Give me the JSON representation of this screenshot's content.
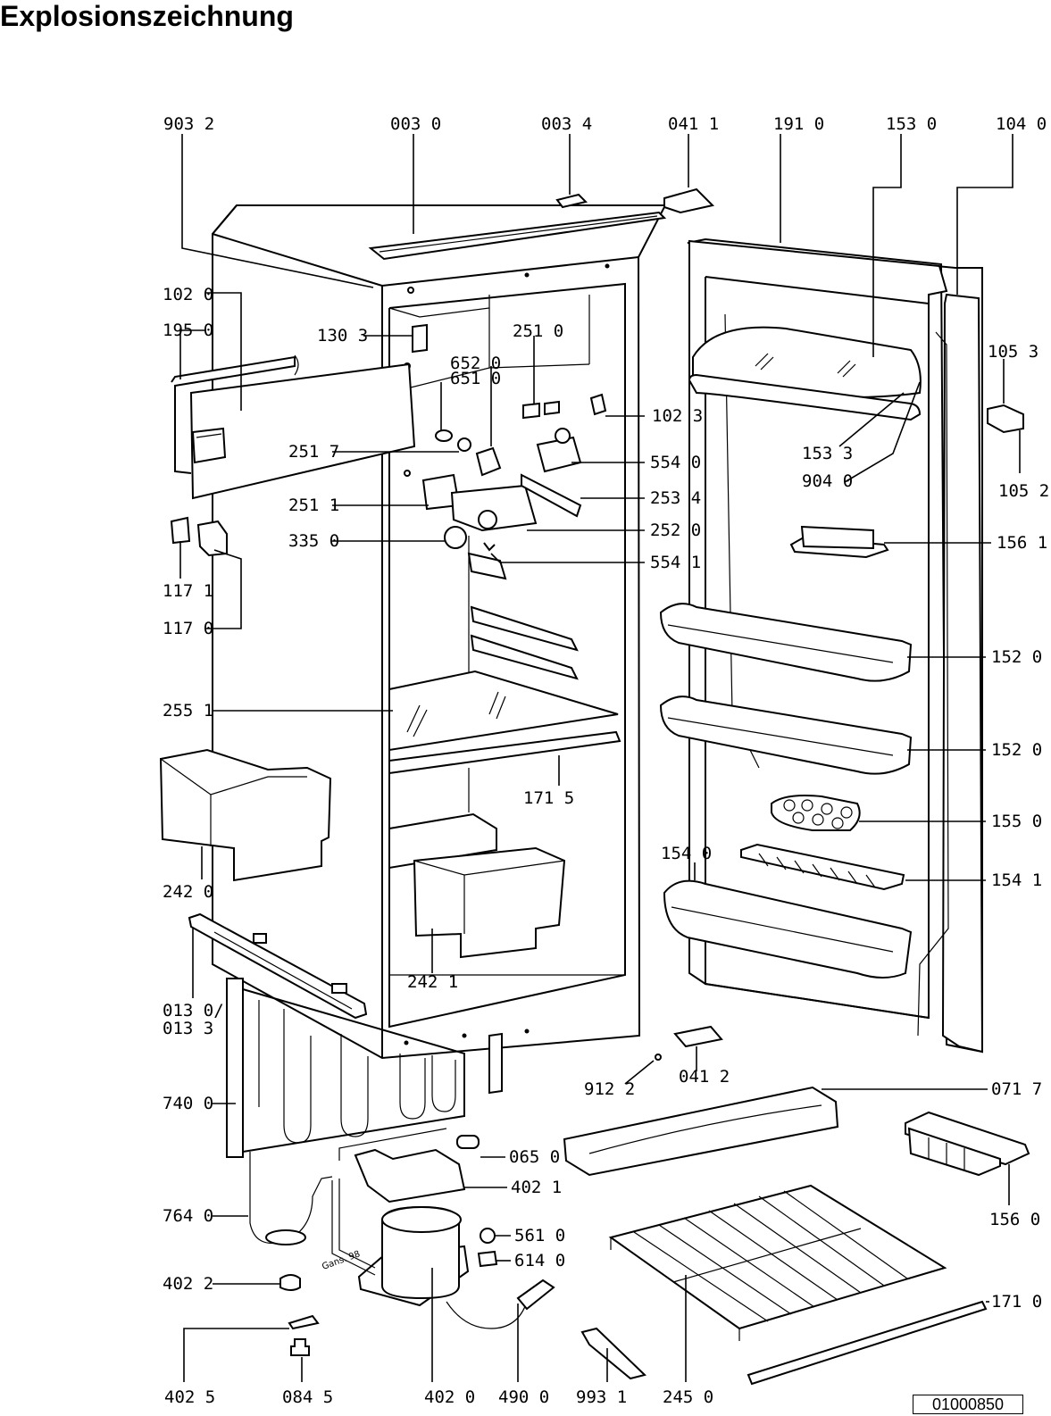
{
  "title": "Explosionszeichnung",
  "drawing_code": "01000850",
  "labels": {
    "p9032": "903 2",
    "p0030": "003 0",
    "p0034": "003 4",
    "p0411": "041 1",
    "p1910": "191 0",
    "p1530": "153 0",
    "p1040": "104 0",
    "p1020": "102 0",
    "p1950": "195 0",
    "p1303": "130 3",
    "p2510": "251 0",
    "p6520": "652 0",
    "p6510": "651 0",
    "p1023": "102 3",
    "p1053": "105 3",
    "p1052": "105 2",
    "p2517": "251 7",
    "p5540": "554 0",
    "p1533": "153 3",
    "p9040": "904 0",
    "p2511": "251 1",
    "p2534": "253 4",
    "p3350": "335 0",
    "p2520": "252 0",
    "p5541": "554 1",
    "p1561": "156 1",
    "p1171": "117 1",
    "p1170": "117 0",
    "p1520a": "152 0",
    "p2551": "255 1",
    "p1520b": "152 0",
    "p1715": "171 5",
    "p1550": "155 0",
    "p2420": "242 0",
    "p1540": "154 0",
    "p1541": "154 1",
    "p2421": "242 1",
    "p0130": "013 0/",
    "p0133": "013 3",
    "p9122": "912 2",
    "p0412": "041 2",
    "p0717": "071 7",
    "p7400": "740 0",
    "p0650": "065 0",
    "p4021": "402 1",
    "p7640": "764 0",
    "p5610": "561 0",
    "p6140": "614 0",
    "p1560": "156 0",
    "p4022": "402 2",
    "p1710": "171 0",
    "p4025": "402 5",
    "p0845": "084 5",
    "p4020": "402 0",
    "p4900": "490 0",
    "p9931": "993 1",
    "p2450": "245 0",
    "signature": "Gans. 98"
  }
}
